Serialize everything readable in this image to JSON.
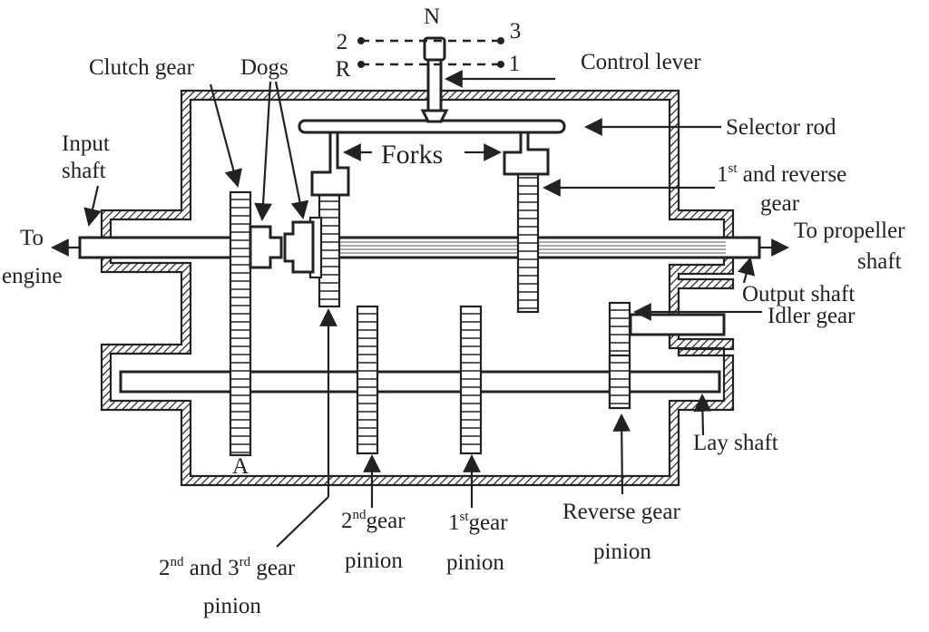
{
  "labels": {
    "shift_n": "N",
    "shift_2": "2",
    "shift_3": "3",
    "shift_r": "R",
    "shift_1": "1",
    "control_lever": "Control lever",
    "clutch_gear": "Clutch gear",
    "dogs": "Dogs",
    "input_shaft_line1": "Input",
    "input_shaft_line2": "shaft",
    "selector_rod": "Selector rod",
    "forks": "Forks",
    "first_reverse_line1": "1",
    "first_reverse_sup": "st",
    "first_reverse_rest": " and reverse",
    "first_reverse_line2": "gear",
    "to_engine_line1": "To",
    "to_engine_line2": "engine",
    "to_propeller_line1": "To propeller",
    "to_propeller_line2": "shaft",
    "output_shaft": "Output shaft",
    "idler_gear": "Idler gear",
    "lay_shaft": "Lay shaft",
    "gear_a": "A",
    "second_pinion_num": "2",
    "second_pinion_sup": "nd",
    "second_pinion_rest": "gear",
    "second_pinion_line2": "pinion",
    "first_pinion_num": "1",
    "first_pinion_sup": "st",
    "first_pinion_rest": "gear",
    "first_pinion_line2": "pinion",
    "reverse_pinion_line1": "Reverse gear",
    "reverse_pinion_line2": "pinion",
    "second_third_a": "2",
    "second_third_sup1": "nd",
    "second_third_b": " and 3",
    "second_third_sup2": "rd",
    "second_third_c": " gear",
    "second_third_line2": "pinion"
  }
}
